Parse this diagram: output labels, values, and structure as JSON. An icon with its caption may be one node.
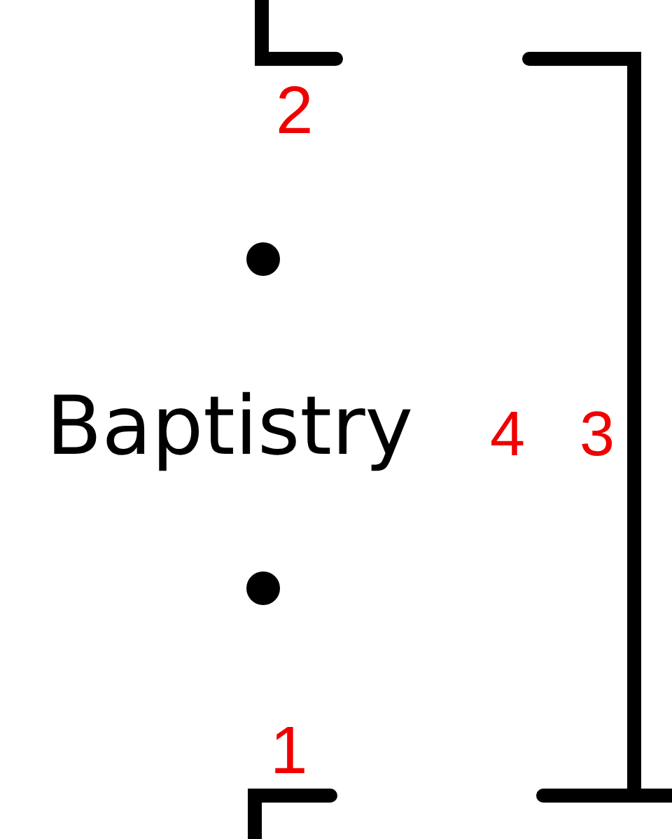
{
  "diagram": {
    "labels": [
      "2",
      "Baptistry",
      "4",
      "3",
      "1"
    ]
  }
}
